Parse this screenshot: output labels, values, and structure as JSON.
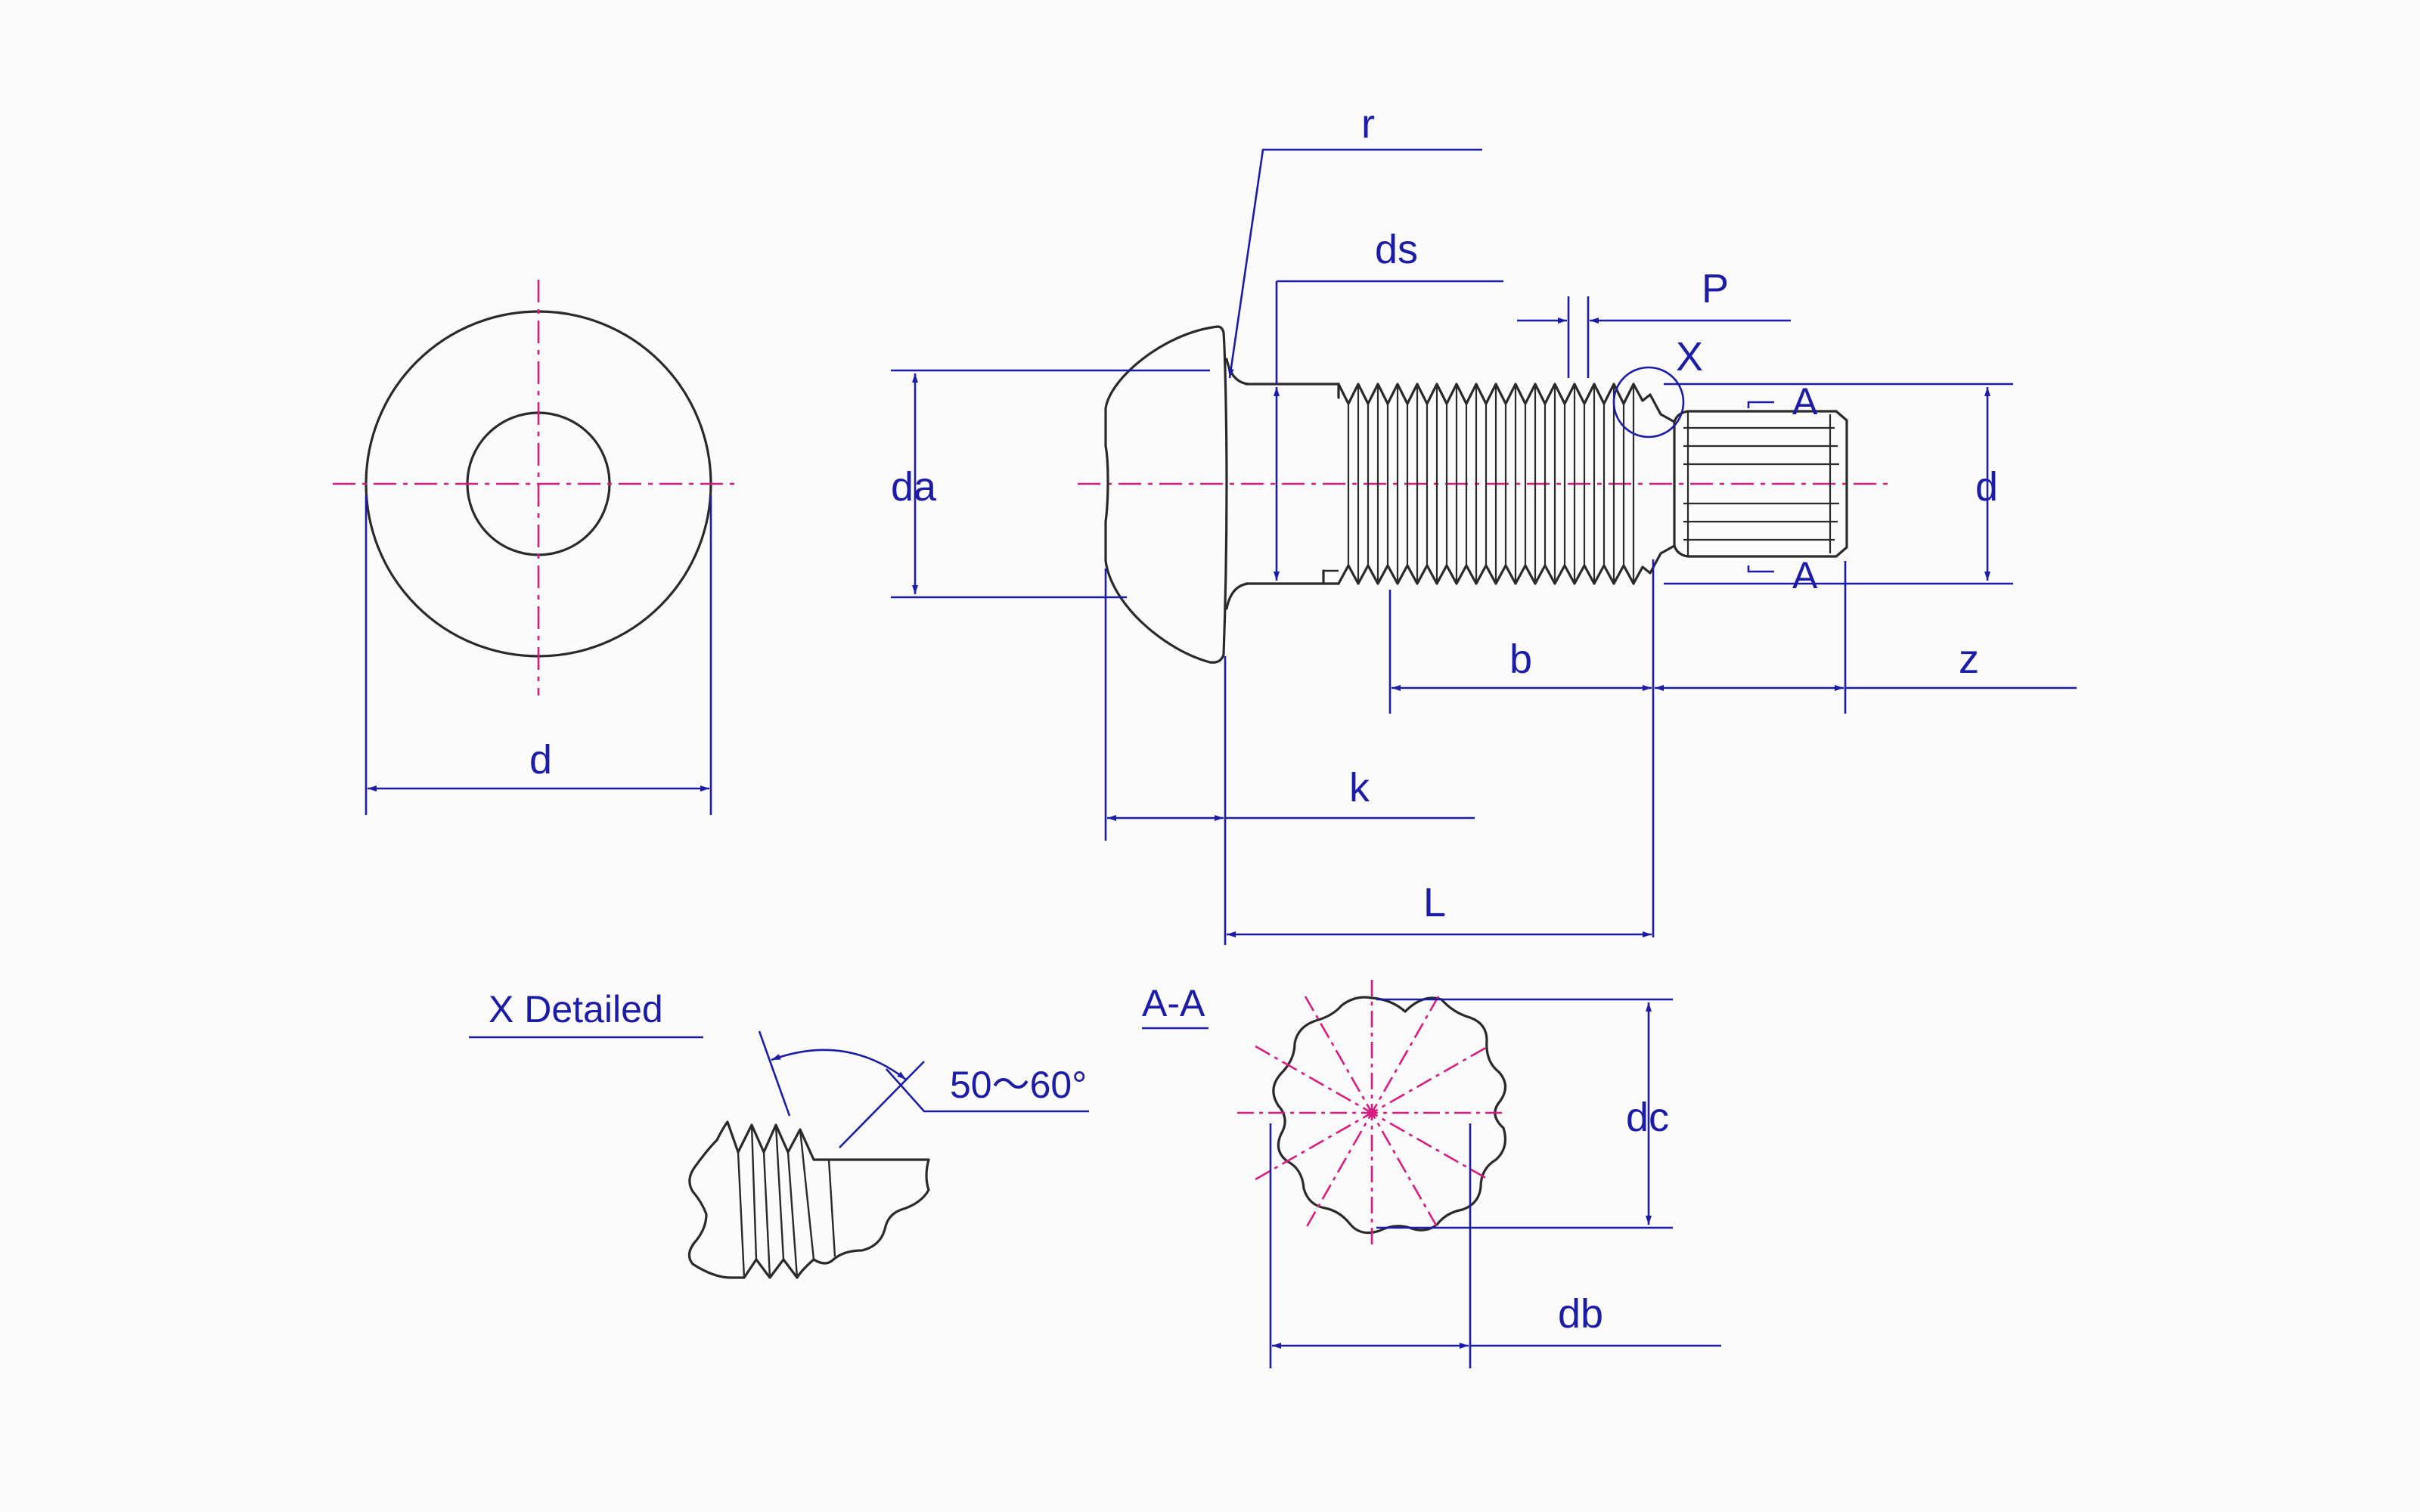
{
  "colors": {
    "dimension": "#1c1ca6",
    "center_line": "#d81b7e",
    "part_outline": "#2a2a2a",
    "background": "#fbfbfb"
  },
  "labels": {
    "end_view_d": "d",
    "r": "r",
    "ds": "ds",
    "P": "P",
    "X": "X",
    "A_top": "A",
    "A_bottom": "A",
    "da": "da",
    "d": "d",
    "b": "b",
    "z": "z",
    "k": "k",
    "L": "L",
    "x_detailed": "X Detailed",
    "angle": "50～60°",
    "section": "A-A",
    "dc": "dc",
    "db": "db"
  }
}
